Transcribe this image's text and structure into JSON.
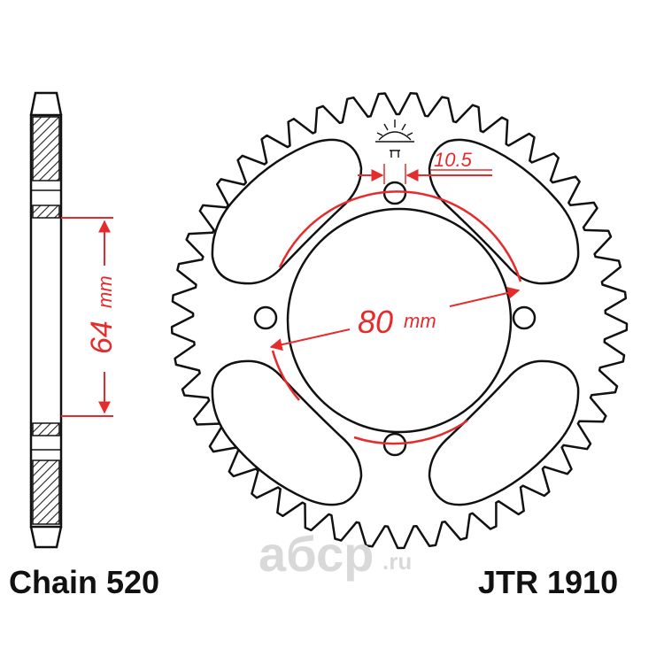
{
  "labels": {
    "chain": "Chain 520",
    "part_number": "JTR 1910",
    "watermark": "абср",
    "watermark_suffix": ".ru"
  },
  "dimensions": {
    "bolt_circle": {
      "value": "80",
      "unit": "mm"
    },
    "hub_offset": {
      "value": "64",
      "unit": "mm"
    },
    "bolt_hole": {
      "value": "10.5"
    }
  },
  "colors": {
    "outline": "#111111",
    "dimension": "#e52b2b",
    "hatch": "#222222",
    "watermark": "#d9d9d9"
  },
  "icons": [
    "sprocket-side-profile",
    "cutting-tool-symbol"
  ]
}
